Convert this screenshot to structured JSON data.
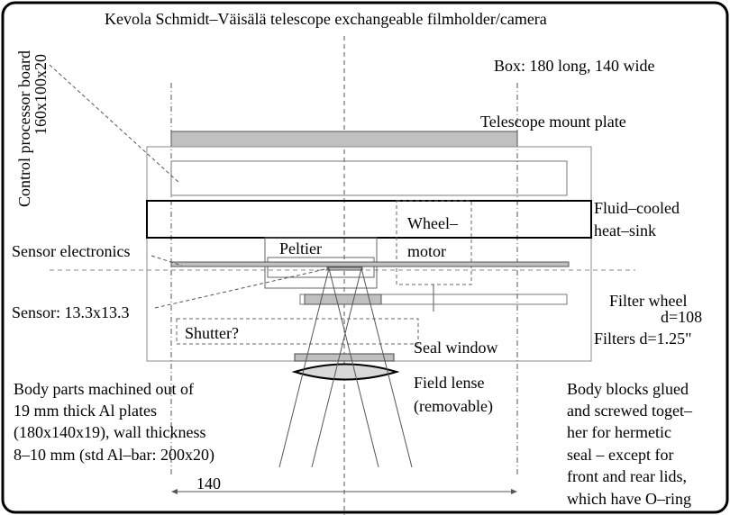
{
  "title": "Kevola Schmidt–Väisälä telescope exchangeable filmholder/camera",
  "box_note": "Box: 180 long, 140 wide",
  "labels": {
    "control_board_line1": "Control processor board",
    "control_board_line2": "160x100x20",
    "mount_plate": "Telescope mount plate",
    "heat_sink_line1": "Fluid–cooled",
    "heat_sink_line2": "heat–sink",
    "wheel_motor_line1": "Wheel–",
    "wheel_motor_line2": "motor",
    "peltier": "Peltier",
    "sensor_electronics": "Sensor electronics",
    "sensor": "Sensor: 13.3x13.3",
    "filter_wheel_line1": "Filter wheel",
    "filter_wheel_line2": "d=108",
    "filters": "Filters d=1.25\"",
    "shutter": "Shutter?",
    "seal_window": "Seal window",
    "field_lens_line1": "Field lense",
    "field_lens_line2": "(removable)",
    "dimension": "140"
  },
  "notes_left": [
    "Body parts machined out of",
    "19 mm thick Al plates",
    "(180x140x19), wall thickness",
    "8–10 mm (std Al–bar: 200x20)"
  ],
  "notes_right": [
    "Body blocks glued",
    "and screwed toget–",
    "her for hermetic",
    "seal – except for",
    "front and rear lids,",
    "which have O–ring"
  ],
  "colors": {
    "part_fill": "#c0c0c0",
    "outline": "#555555",
    "lens_fill": "#d8d8d8"
  }
}
